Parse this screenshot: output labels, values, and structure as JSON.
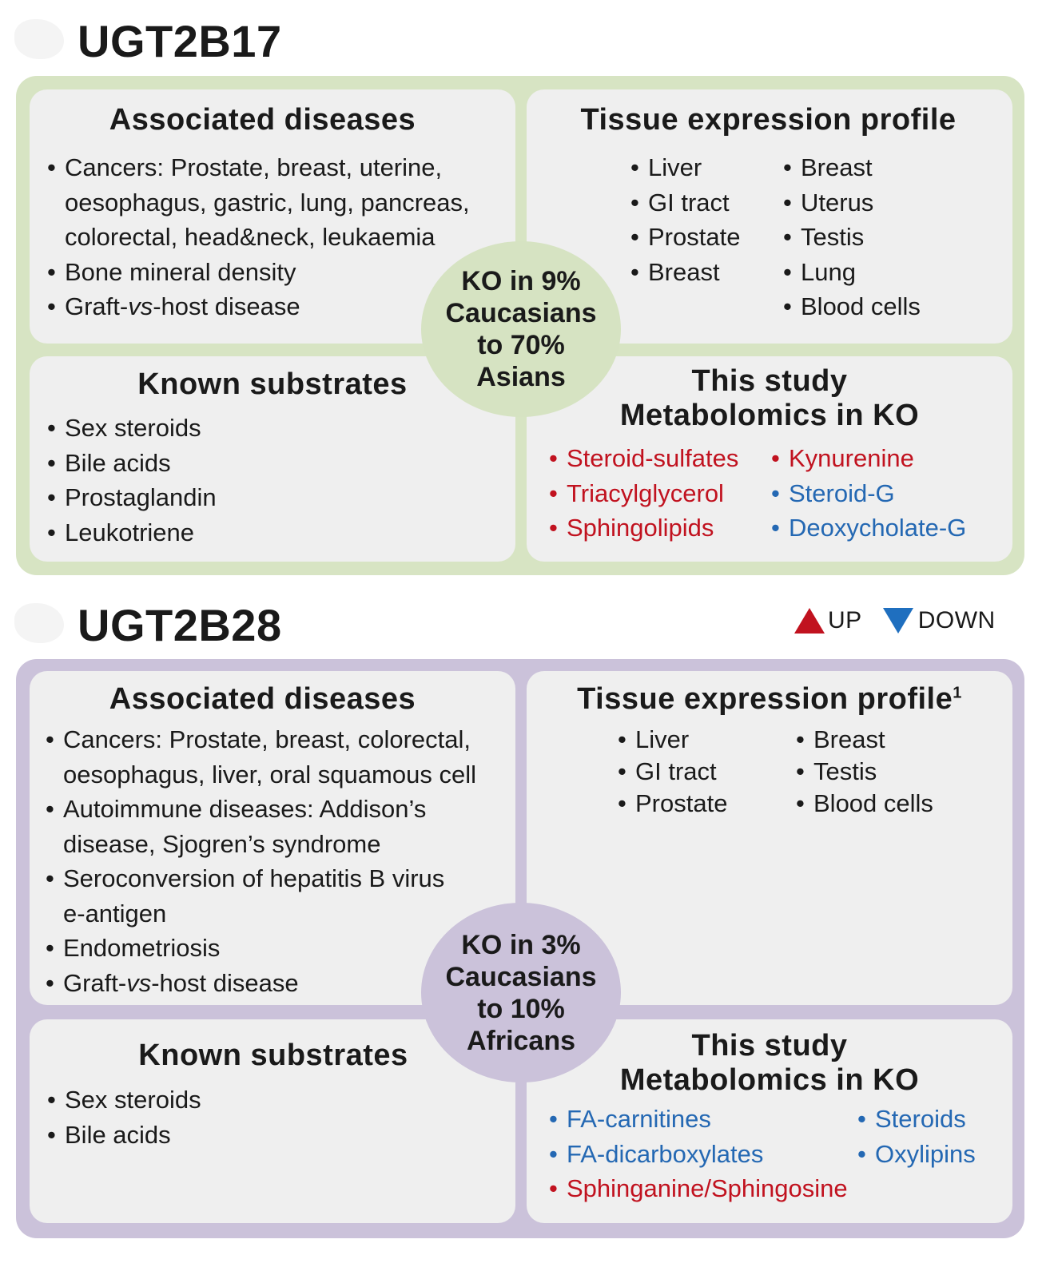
{
  "legend": {
    "up_label": "UP",
    "down_label": "DOWN",
    "up_color": "#c1121f",
    "down_color": "#1f6fbf",
    "up_icon": "triangle-up-icon",
    "down_icon": "triangle-down-icon"
  },
  "colors": {
    "ugt2b17_bg": "#d7e4c3",
    "ugt2b28_bg": "#cbc2da",
    "panel_bg": "#efefef",
    "up_text": "#c1121f",
    "down_text": "#2468b3"
  },
  "ugt2b17": {
    "title": "UGT2B17",
    "diseases": {
      "title": "Associated diseases",
      "items": [
        [
          "Cancers: Prostate, breast, uterine,",
          "oesophagus, gastric, lung, pancreas,",
          "colorectal, head&neck, leukaemia"
        ],
        [
          "Bone mineral density"
        ],
        [
          "Graft-",
          "vs",
          "-host disease"
        ]
      ]
    },
    "tissue": {
      "title": "Tissue expression profile",
      "col1": [
        "Liver",
        "GI tract",
        "Prostate",
        "Breast"
      ],
      "col2": [
        "Breast",
        "Uterus",
        "Testis",
        "Lung",
        "Blood cells"
      ]
    },
    "substrates": {
      "title": "Known substrates",
      "items": [
        "Sex steroids",
        "Bile acids",
        "Prostaglandin",
        "Leukotriene"
      ]
    },
    "study": {
      "title_line1": "This study",
      "title_line2": "Metabolomics in KO",
      "col1": [
        {
          "text": "Steroid-sulfates",
          "dir": "up"
        },
        {
          "text": "Triacylglycerol",
          "dir": "up"
        },
        {
          "text": "Sphingolipids",
          "dir": "up"
        }
      ],
      "col2": [
        {
          "text": "Kynurenine",
          "dir": "up"
        },
        {
          "text": "Steroid-G",
          "dir": "down"
        },
        {
          "text": "Deoxycholate-G",
          "dir": "down"
        }
      ]
    },
    "ko": [
      "KO in 9%",
      "Caucasians",
      "to 70%",
      "Asians"
    ]
  },
  "ugt2b28": {
    "title": "UGT2B28",
    "diseases": {
      "title": "Associated diseases",
      "items": [
        [
          "Cancers: Prostate, breast, colorectal,",
          "oesophagus, liver, oral squamous cell"
        ],
        [
          "Autoimmune diseases: Addison’s",
          "disease, Sjogren’s syndrome"
        ],
        [
          "Seroconversion of hepatitis B virus",
          "e-antigen"
        ],
        [
          "Endometriosis"
        ],
        [
          "Graft-",
          "vs",
          "-host disease"
        ]
      ]
    },
    "tissue": {
      "title": "Tissue expression profile",
      "footnote": "1",
      "col1": [
        "Liver",
        "GI tract",
        "Prostate"
      ],
      "col2": [
        "Breast",
        "Testis",
        "Blood cells"
      ]
    },
    "substrates": {
      "title": "Known substrates",
      "items": [
        "Sex steroids",
        "Bile acids"
      ]
    },
    "study": {
      "title_line1": "This study",
      "title_line2": "Metabolomics in KO",
      "col1": [
        {
          "text": "FA-carnitines",
          "dir": "down"
        },
        {
          "text": "FA-dicarboxylates",
          "dir": "down"
        },
        {
          "text": "Sphinganine/Sphingosine",
          "dir": "up"
        }
      ],
      "col2": [
        {
          "text": "Steroids",
          "dir": "down"
        },
        {
          "text": "Oxylipins",
          "dir": "down"
        }
      ]
    },
    "ko": [
      "KO in 3%",
      "Caucasians",
      "to 10%",
      "Africans"
    ]
  }
}
